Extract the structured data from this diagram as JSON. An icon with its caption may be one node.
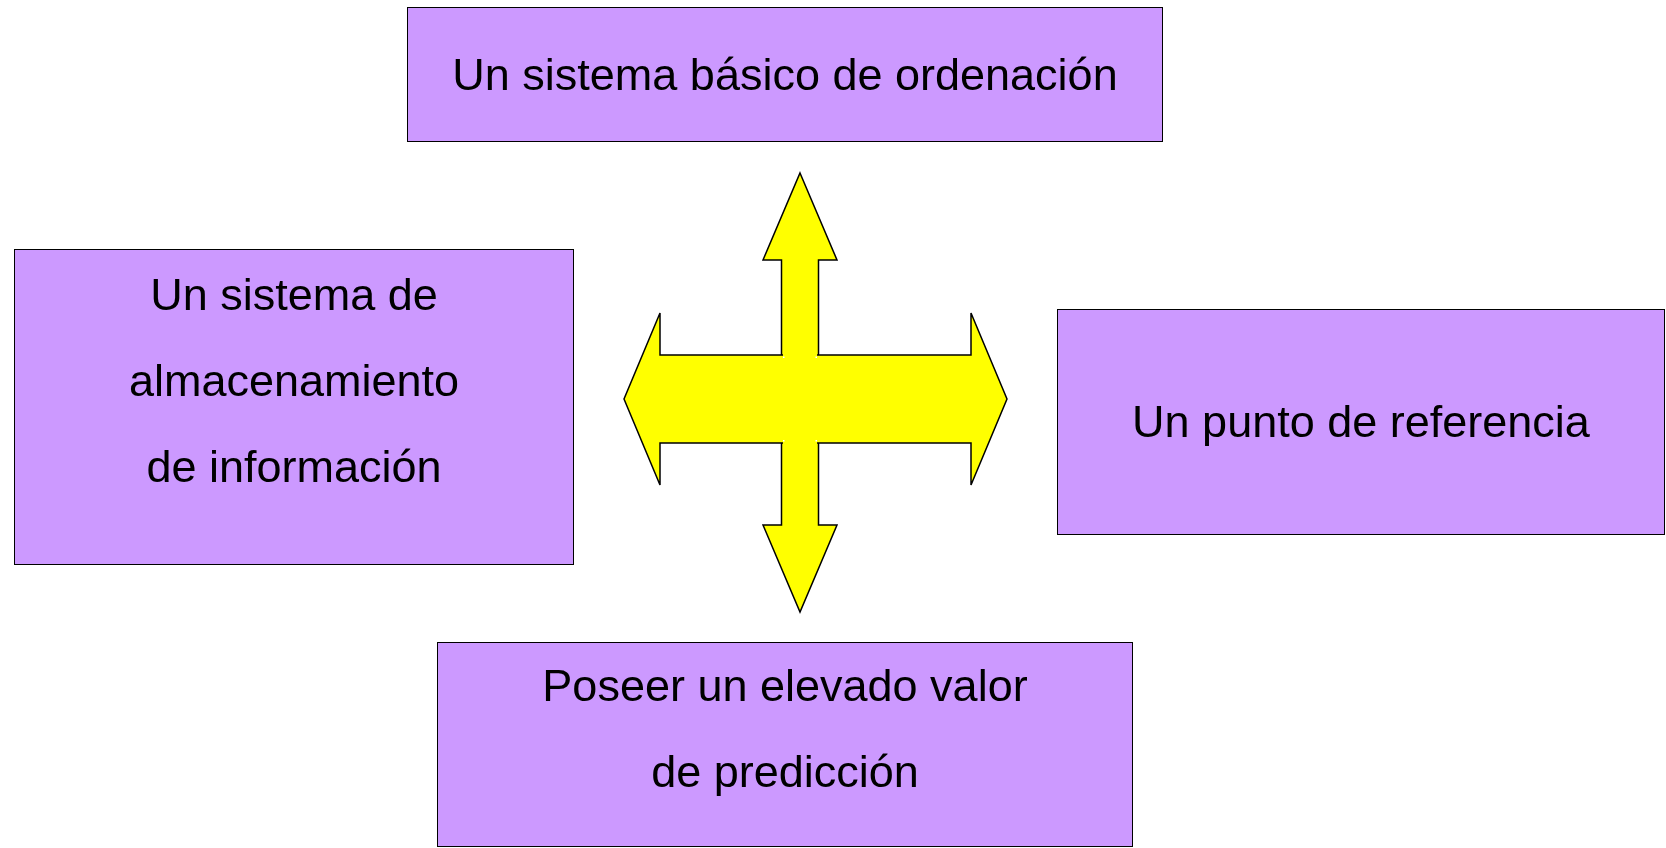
{
  "diagram": {
    "nodes": [
      {
        "text": [
          "Un sistema básico de ordenación"
        ]
      },
      {
        "text": [
          "Un sistema de almacenamiento de información"
        ]
      },
      {
        "text": [
          "Un punto de referencia"
        ]
      },
      {
        "text": [
          "Poseer un elevado valor de predicción"
        ]
      }
    ],
    "edges": [
      {
        "from": 0,
        "to": 3,
        "arrow": "both"
      },
      {
        "from": 1,
        "to": 2,
        "arrow": "both"
      }
    ]
  }
}
